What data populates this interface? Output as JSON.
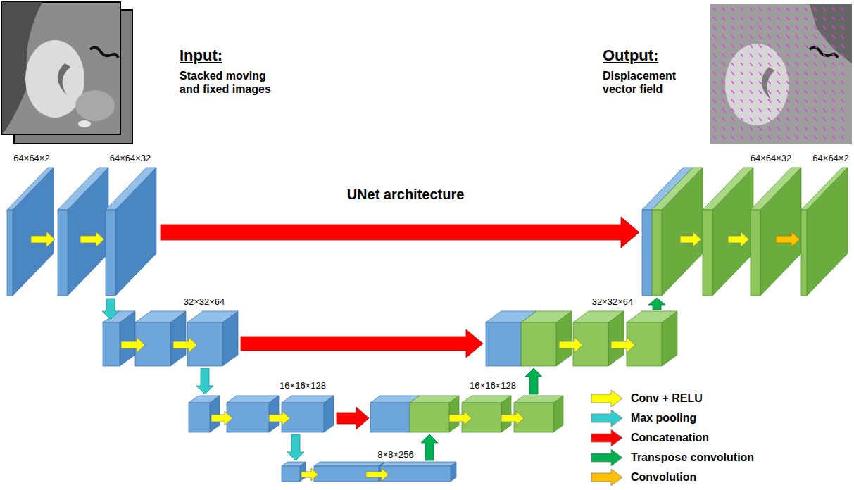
{
  "diagram": {
    "title": "UNet architecture",
    "labels": [
      "Input:",
      "Stacked moving and fixed images",
      "Output:",
      "Displacement vector field",
      "64×64×2",
      "64×64×32",
      "32×32×64",
      "16×16×128",
      "8×8×256",
      "16×16×128",
      "32×32×64",
      "64×64×32",
      "64×64×2"
    ],
    "legend": [
      {
        "text": "Conv + RELU",
        "color": "#FFFF00"
      },
      {
        "text": "Max pooling",
        "color": "#33CCCC"
      },
      {
        "text": "Concatenation",
        "color": "#FF0000"
      },
      {
        "text": "Transpose convolution",
        "color": "#00B050"
      },
      {
        "text": "Convolution",
        "color": "#FFC000"
      }
    ]
  }
}
